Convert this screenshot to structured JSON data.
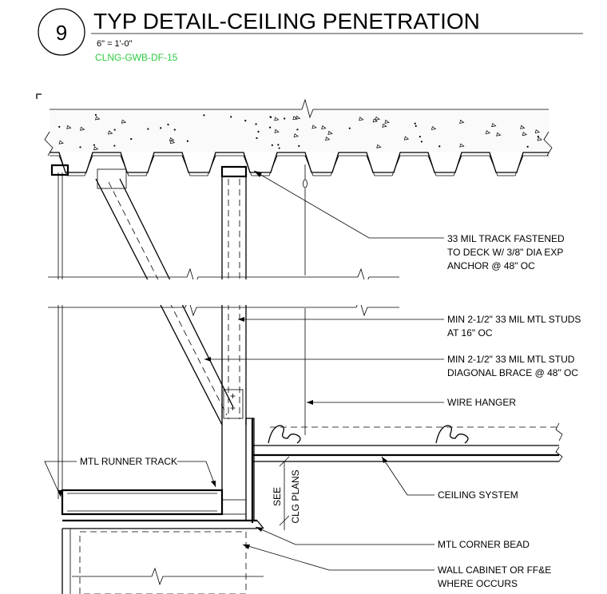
{
  "header": {
    "detail_number": "9",
    "title": "TYP DETAIL-CEILING PENETRATION",
    "scale": "6\" = 1'-0\"",
    "code": "CLNG-GWB-DF-15",
    "code_color": "#2ecc40"
  },
  "callouts": {
    "track_fastened": [
      "33 MIL TRACK FASTENED",
      "TO DECK W/ 3/8\" DIA EXP",
      "ANCHOR @ 48\" OC"
    ],
    "studs": [
      "MIN 2-1/2\" 33 MIL MTL STUDS",
      "AT 16\" OC"
    ],
    "diagonal_brace": [
      "MIN 2-1/2\" 33 MIL MTL STUD",
      "DIAGONAL BRACE @ 48\" OC"
    ],
    "wire_hanger": "WIRE HANGER",
    "ceiling_system": "CEILING SYSTEM",
    "corner_bead": "MTL CORNER BEAD",
    "wall_cabinet": [
      "WALL CABINET OR FF&E",
      "WHERE OCCURS"
    ],
    "runner_track": "MTL RUNNER TRACK",
    "see_clg_plans": [
      "SEE",
      "CLG PLANS"
    ]
  }
}
